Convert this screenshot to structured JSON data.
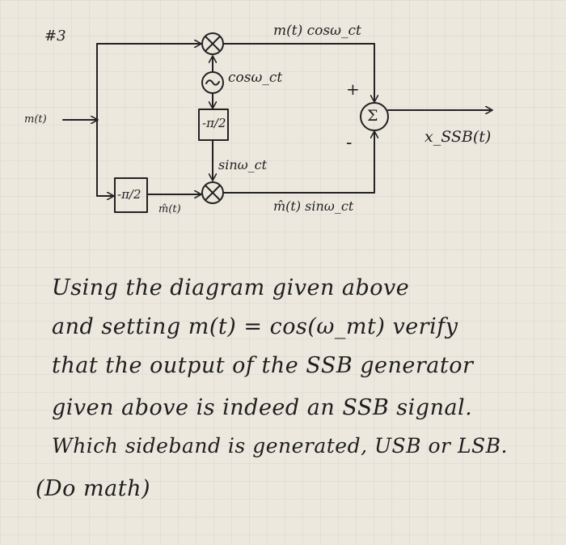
{
  "problem_number": "#3",
  "diagram": {
    "input_label": "m(t)",
    "top_branch_label": "m(t) cosω_ct",
    "carrier_label": "cosω_ct",
    "shifter_label": "-π/2",
    "sine_label": "sinω_ct",
    "hilbert_label": "-π/2",
    "hilbert_output_label": "m̂(t)",
    "bottom_branch_label": "m̂(t) sinω_ct",
    "plus_sign": "+",
    "minus_sign": "-",
    "sum_symbol": "Σ",
    "output_label": "x_SSB(t)",
    "mixer_symbol": "⊗",
    "oscillator_symbol": "~"
  },
  "problem_text": {
    "line1": "Using the diagram given above",
    "line2": "and setting m(t) = cos(ω_mt) verify",
    "line3": "that the output of the SSB generator",
    "line4": "given above is indeed an SSB signal.",
    "line5": "Which sideband is generated, USB or LSB.",
    "line6": "(Do math)"
  },
  "colors": {
    "ink": "#222222",
    "grid": "#d6d3cc",
    "paper": "#ece8de"
  }
}
